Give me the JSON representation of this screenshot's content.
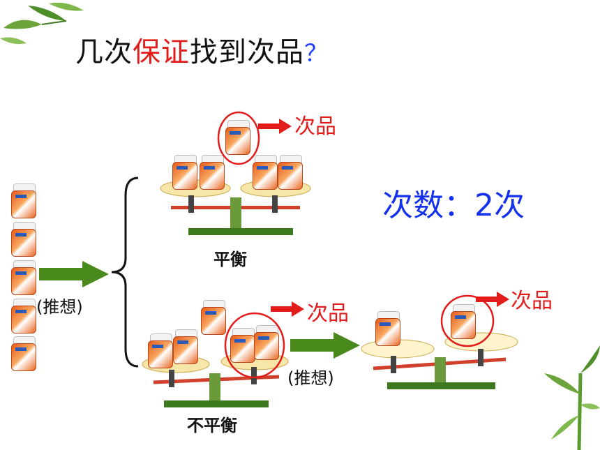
{
  "title": {
    "part1": "几次",
    "part2": "保证",
    "part3": "找到次品",
    "part4": "？"
  },
  "labels": {
    "defect_top": "次品",
    "defect_mid": "次品",
    "defect_right": "次品",
    "balanced": "平衡",
    "unbalanced": "不平衡",
    "guess_left": "(推想)",
    "guess_mid": "(推想)"
  },
  "result": {
    "text": "次数：2次"
  },
  "colors": {
    "accent_red": "#e21b1b",
    "accent_blue": "#1230ee",
    "arrow_green": "#4a8a1c",
    "bamboo": "#5a9a2e"
  },
  "icons": [
    "bamboo-leaf-icon",
    "jar-icon",
    "balance-scale-icon",
    "right-arrow-icon",
    "brace-icon"
  ]
}
